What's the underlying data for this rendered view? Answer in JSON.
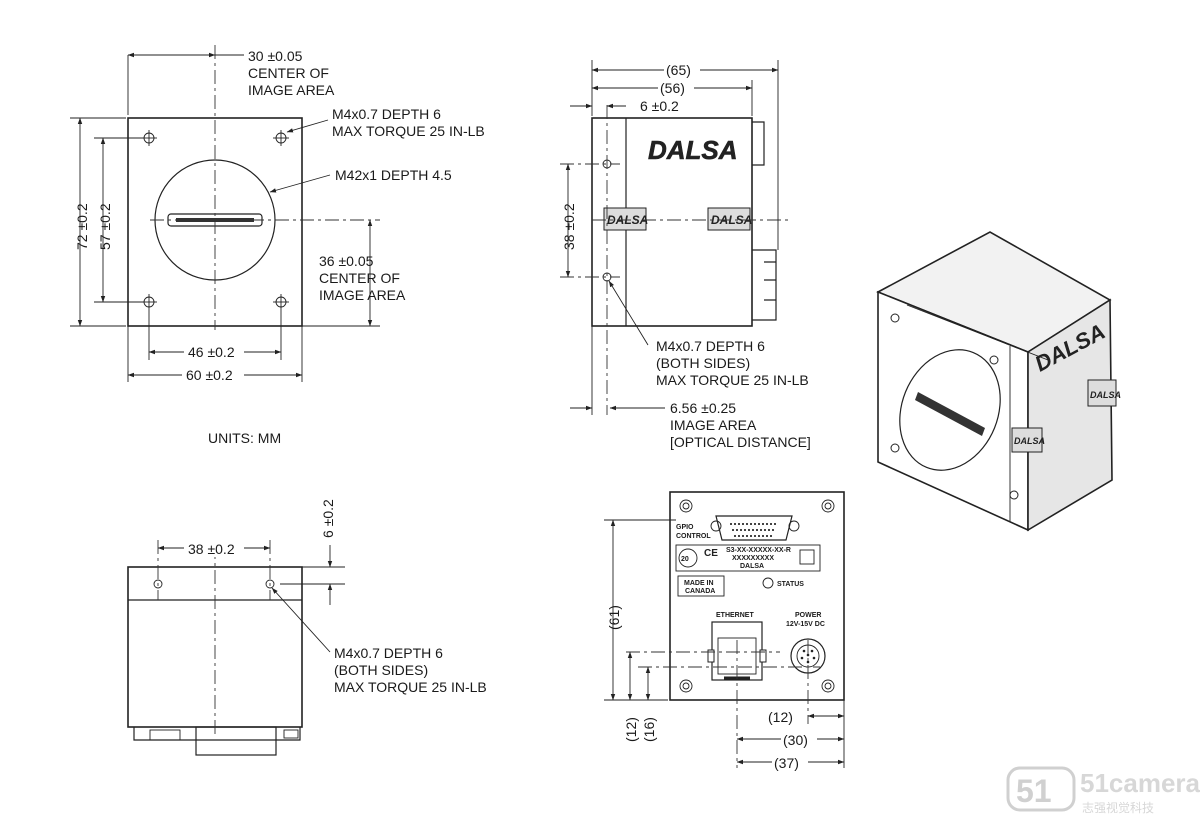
{
  "front_view": {
    "dim_top": "30 ±0.05",
    "dim_top_note1": "CENTER OF",
    "dim_top_note2": "IMAGE AREA",
    "thread_note1": "M4x0.7  DEPTH 6",
    "thread_note2": "MAX TORQUE 25 IN-LB",
    "mount_note": "M42x1  DEPTH 4.5",
    "dim_right": "36 ±0.05",
    "dim_right_note1": "CENTER OF",
    "dim_right_note2": "IMAGE AREA",
    "dim_height_outer": "72 ±0.2",
    "dim_height_inner": "57 ±0.2",
    "dim_width_inner": "46 ±0.2",
    "dim_width_outer": "60 ±0.2"
  },
  "units": "UNITS: MM",
  "side_view": {
    "dim_65": "(65)",
    "dim_56": "(56)",
    "dim_6": "6 ±0.2",
    "dim_38": "38 ±0.2",
    "brand": "DALSA",
    "thread_note1": "M4x0.7  DEPTH 6",
    "thread_note2": "(BOTH SIDES)",
    "thread_note3": "MAX TORQUE 25 IN-LB",
    "optical_note1": "6.56 ±0.25",
    "optical_note2": "IMAGE AREA",
    "optical_note3": "[OPTICAL DISTANCE]"
  },
  "top_view": {
    "dim_38": "38 ±0.2",
    "dim_6": "6 ±0.2",
    "thread_note1": "M4x0.7  DEPTH 6",
    "thread_note2": "(BOTH SIDES)",
    "thread_note3": "MAX TORQUE 25 IN-LB"
  },
  "back_view": {
    "gpio1": "GPIO",
    "gpio2": "CONTROL",
    "ce": "CE",
    "serial1": "S3-XX-XXXXX-XX-R",
    "serial2": "XXXXXXXXX",
    "serial3": "DALSA",
    "made1": "MADE IN",
    "made2": "CANADA",
    "status": "STATUS",
    "ethernet": "ETHERNET",
    "power1": "POWER",
    "power2": "12V-15V DC",
    "dim_61": "(61)",
    "dim_12v": "(12)",
    "dim_16": "(16)",
    "dim_12h": "(12)",
    "dim_30": "(30)",
    "dim_37": "(37)"
  },
  "iso_view": {
    "brand": "DALSA"
  },
  "watermark": {
    "brand": "51camera",
    "tagline": "志强视觉科技"
  }
}
